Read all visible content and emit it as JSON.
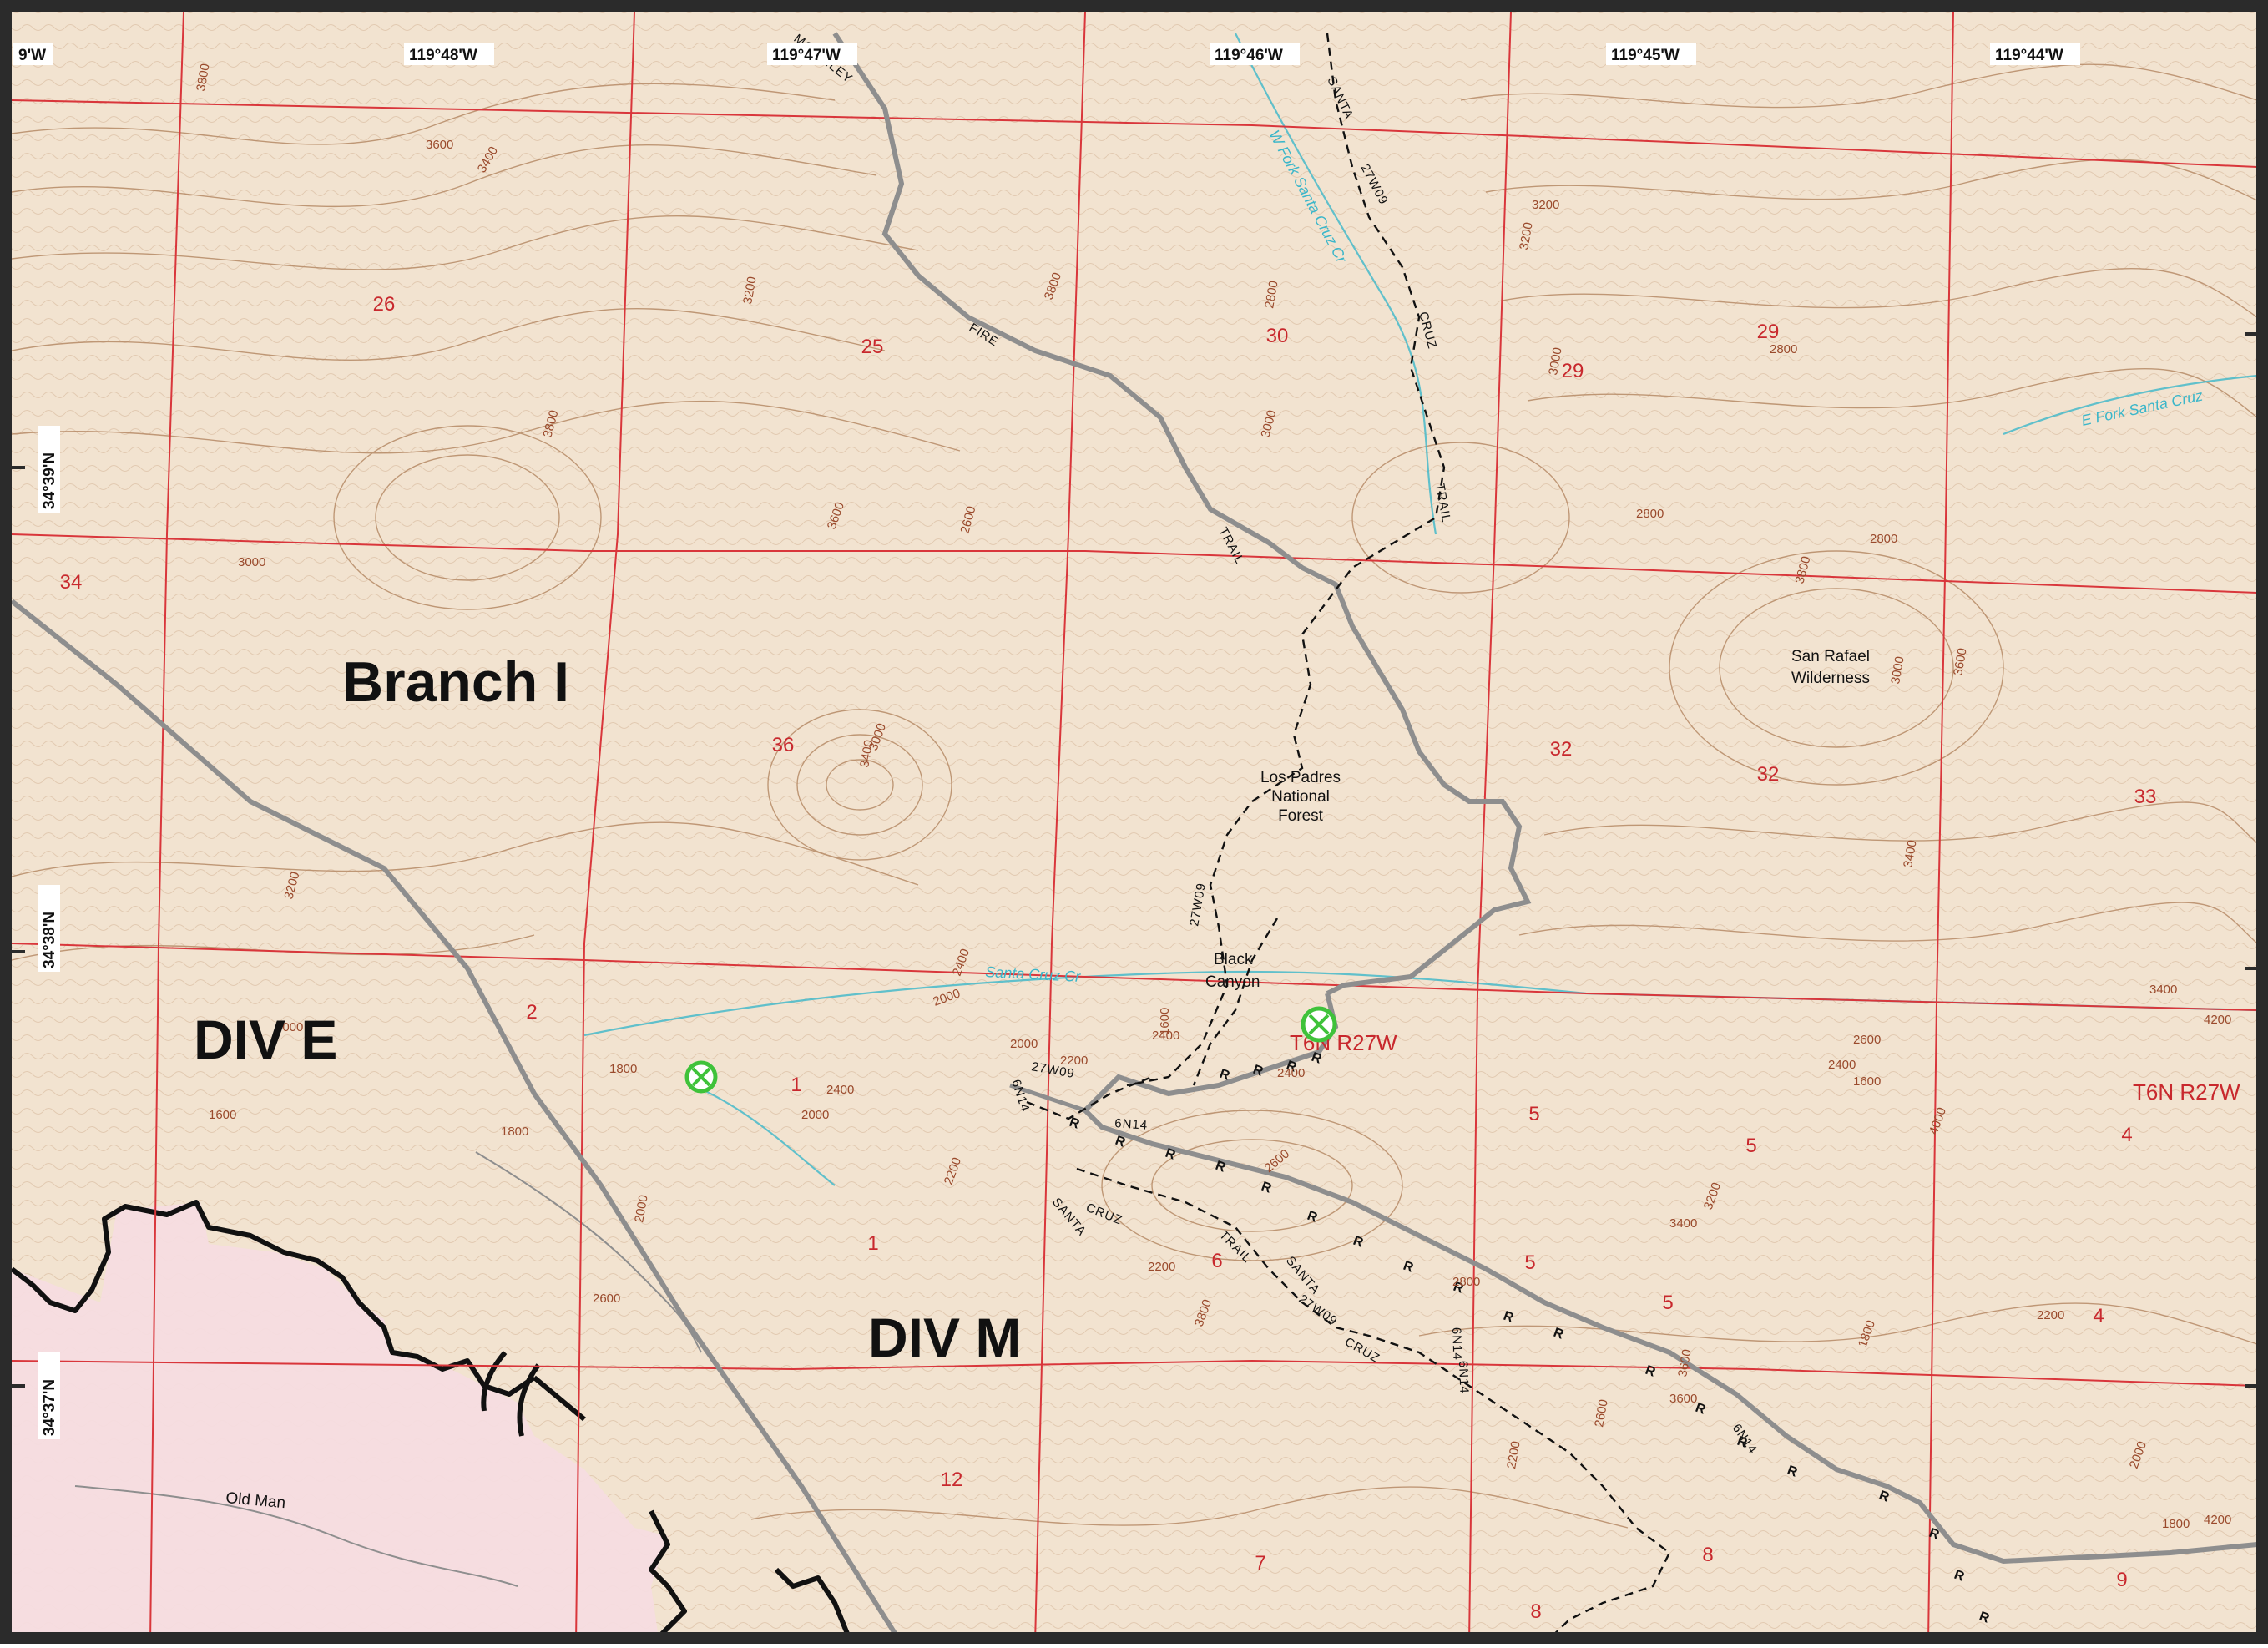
{
  "map": {
    "longitudes": [
      "9'W",
      "119°48'W",
      "119°47'W",
      "119°46'W",
      "119°45'W",
      "119°44'W"
    ],
    "latitudes": [
      "34°39'N",
      "34°38'N",
      "34°37'N"
    ],
    "division_labels": [
      "Branch I",
      "DIV E",
      "DIV M"
    ],
    "sections": [
      "26",
      "25",
      "30",
      "29",
      "29",
      "34",
      "36",
      "32",
      "32",
      "33",
      "2",
      "1",
      "1",
      "6",
      "5",
      "5",
      "5",
      "5",
      "4",
      "4",
      "12",
      "7",
      "8",
      "8",
      "9"
    ],
    "township_labels": [
      "T6N R27W",
      "T6N R27W"
    ],
    "places": {
      "wilderness": [
        "San Rafael",
        "Wilderness"
      ],
      "forest": [
        "Los Padres",
        "National",
        "Forest"
      ],
      "canyon": [
        "Black",
        "Canyon"
      ],
      "old_man": "Old Man"
    },
    "creeks": [
      "W Fork Santa Cruz Cr",
      "Santa Cruz Cr",
      "E Fork Santa Cruz"
    ],
    "trail_labels": [
      "FIRE",
      "TRAIL",
      "SANTA",
      "CRUZ",
      "TRAIL",
      "27W09",
      "27W09",
      "27W09",
      "6N14",
      "6N14",
      "SANTA",
      "CRUZ",
      "TRAIL",
      "SANTA",
      "27W09",
      "CRUZ",
      "MCKINLEY",
      "6N14",
      "6N14",
      "6N14"
    ],
    "contour_numbers": [
      "3800",
      "3600",
      "3400",
      "3200",
      "3000",
      "2800",
      "2600",
      "2400",
      "2200",
      "2000",
      "1800",
      "1600",
      "4000",
      "4200"
    ],
    "colors": {
      "terrain": "#f2e3d0",
      "contour": "#b68a66",
      "grid": "#d9363b",
      "creek": "#3bb6c9",
      "road": "#8e8e8e",
      "burned_area": "#f5dce0",
      "fire_perimeter": "#111111",
      "drop_point": "#3fc23a"
    },
    "icons": [
      "drop-point-icon",
      "drop-point-icon"
    ]
  }
}
